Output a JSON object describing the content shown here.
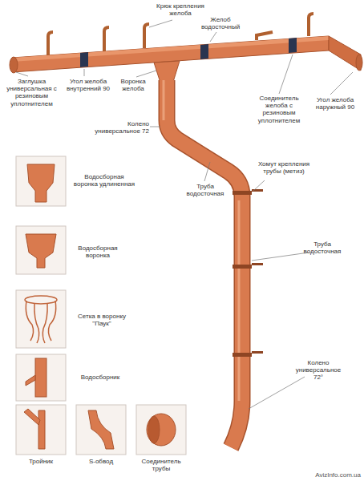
{
  "diagram": {
    "labels": [
      "Крюк крепления желоба",
      "Желоб водосточный",
      "Заглушка универсальная с резиновым уплотнителем",
      "Угол желоба внутренний 90",
      "Воронка желоба",
      "Соединитель желоба с резиновым уплотнителем",
      "Угол желоба наружный 90",
      "Колено универсальное 72",
      "Труба водосточная",
      "Хомут крепления трубы (метиз)",
      "Труба водосточная",
      "Колено универсальное 72°",
      "Водосборная воронка удлиненная",
      "Водосборная воронка",
      "Сетка в воронку \"Паук\"",
      "Водосборник",
      "Тройник",
      "S-обвод",
      "Соединитель трубы",
      "AvizInfo.com.ua"
    ]
  }
}
